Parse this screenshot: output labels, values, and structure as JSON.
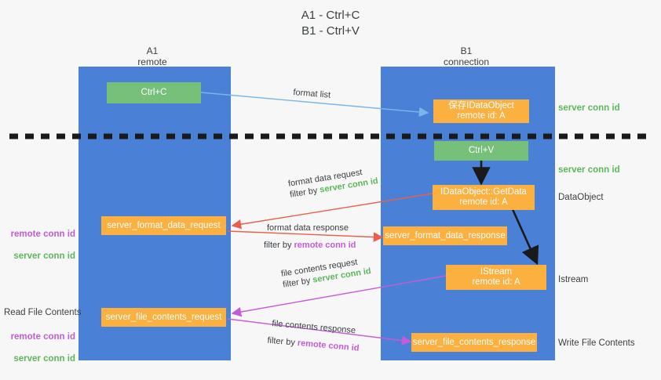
{
  "title": "A1 - Ctrl+C\nB1 - Ctrl+V",
  "colors": {
    "lane": "#4a80d6",
    "node_orange": "#fbb040",
    "node_green": "#76c07a",
    "server_conn_id": "#5cb85c",
    "remote_conn_id": "#c45cd6",
    "arrow_blue": "#7ab6e8",
    "arrow_red": "#e8604c",
    "arrow_purple": "#c45cd6",
    "arrow_black": "#1a1a1a",
    "background": "#f7f7f7"
  },
  "columns": [
    {
      "id": "a1",
      "title": "A1\nremote"
    },
    {
      "id": "b1",
      "title": "B1\nconnection"
    }
  ],
  "nodes": [
    {
      "id": "ctrl-c",
      "label": "Ctrl+C",
      "kind": "green"
    },
    {
      "id": "store-idataobject",
      "label": "保存IDataObject\nremote id: A",
      "kind": "orange"
    },
    {
      "id": "ctrl-v",
      "label": "Ctrl+V",
      "kind": "green"
    },
    {
      "id": "idataobject-getdata",
      "label": "IDataObject::GetData\nremote id: A",
      "kind": "orange"
    },
    {
      "id": "server-format-data-request",
      "label": "server_format_data_request",
      "kind": "orange"
    },
    {
      "id": "server-format-data-response",
      "label": "server_format_data_response",
      "kind": "orange"
    },
    {
      "id": "istream",
      "label": "IStream\nremote id: A",
      "kind": "orange"
    },
    {
      "id": "server-file-contents-request",
      "label": "server_file_contents_request",
      "kind": "orange"
    },
    {
      "id": "server-file-contents-response",
      "label": "server_file_contents_response",
      "kind": "orange"
    }
  ],
  "right_labels": [
    {
      "id": "server-conn-id-1",
      "text": "server conn id",
      "style": "green"
    },
    {
      "id": "server-conn-id-2",
      "text": "server conn id",
      "style": "green"
    },
    {
      "id": "dataobject",
      "text": "DataObject",
      "style": "plain"
    },
    {
      "id": "istream",
      "text": "Istream",
      "style": "plain"
    },
    {
      "id": "write-file-contents",
      "text": "Write File Contents",
      "style": "plain"
    }
  ],
  "left_labels": [
    {
      "id": "conn-ids-format",
      "remote": "remote conn id",
      "server": "server conn id"
    },
    {
      "id": "read-file-contents",
      "text": "Read File Contents"
    },
    {
      "id": "conn-ids-file",
      "remote": "remote conn id",
      "server": "server conn id"
    }
  ],
  "edge_labels": [
    {
      "id": "format-list",
      "line1": "format list"
    },
    {
      "id": "format-data-request",
      "line1": "format data request",
      "line2_pre": "filter by ",
      "line2_key": "server conn id",
      "key_style": "green"
    },
    {
      "id": "format-data-response",
      "line1": "format data response",
      "line2_pre": "filter by ",
      "line2_key": "remote conn id",
      "key_style": "purple"
    },
    {
      "id": "file-contents-request",
      "line1": "file contents request",
      "line2_pre": "filter by ",
      "line2_key": "server conn id",
      "key_style": "green"
    },
    {
      "id": "file-contents-response",
      "line1": "file contents response",
      "line2_pre": "filter by ",
      "line2_key": "remote conn id",
      "key_style": "purple"
    }
  ]
}
